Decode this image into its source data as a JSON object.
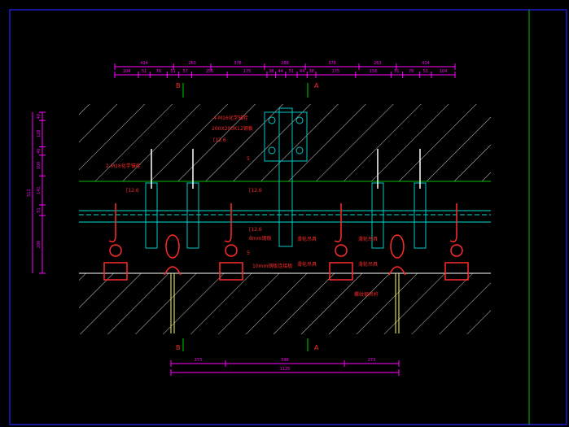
{
  "colors": {
    "background": "#000000",
    "frame": "#1c1ccc",
    "sheet_border": "#00c000",
    "dimension": "#ff00ff",
    "structure": "#ffffff",
    "rail": "#00e0d0",
    "channel": "#00c8c8",
    "callout": "#ff2a2a",
    "axis": "#00d000",
    "rod": "#ffff66"
  },
  "labels": {
    "axis_b": "B",
    "axis_a": "A",
    "callout_1": "4-M16化学锚栓",
    "callout_2": "200X200X12钢板",
    "callout_3": "[12.6",
    "callout_4": "2-M16化学锚栓",
    "callout_5": "[12.6",
    "callout_6": "[12.6",
    "callout_7": "[12.6",
    "callout_8": "8mm钢板",
    "callout_9": "10mm钢板连接板",
    "callout_10": "滑轮吊具",
    "callout_11": "滑轮吊具",
    "callout_12": "滑轮吊具",
    "callout_13": "滑轮吊具",
    "callout_14": "螺纹钢吊杆",
    "callout_15": "5",
    "callout_16": "5"
  },
  "top_dimensions_row1": [
    "414",
    "263",
    "378",
    "288",
    "378",
    "263",
    "414"
  ],
  "top_dimensions_row2": [
    "104",
    "51",
    "76",
    "51",
    "57",
    "156",
    "175",
    "38",
    "44",
    "51",
    "44",
    "38",
    "175",
    "156",
    "51",
    "76",
    "51",
    "104"
  ],
  "left_dimensions": [
    "40",
    "128",
    "40",
    "100",
    "141",
    "51",
    "280"
  ],
  "left_total": "512",
  "bottom_dimensions": [
    "273",
    "596",
    "273"
  ],
  "bottom_total": "1125"
}
